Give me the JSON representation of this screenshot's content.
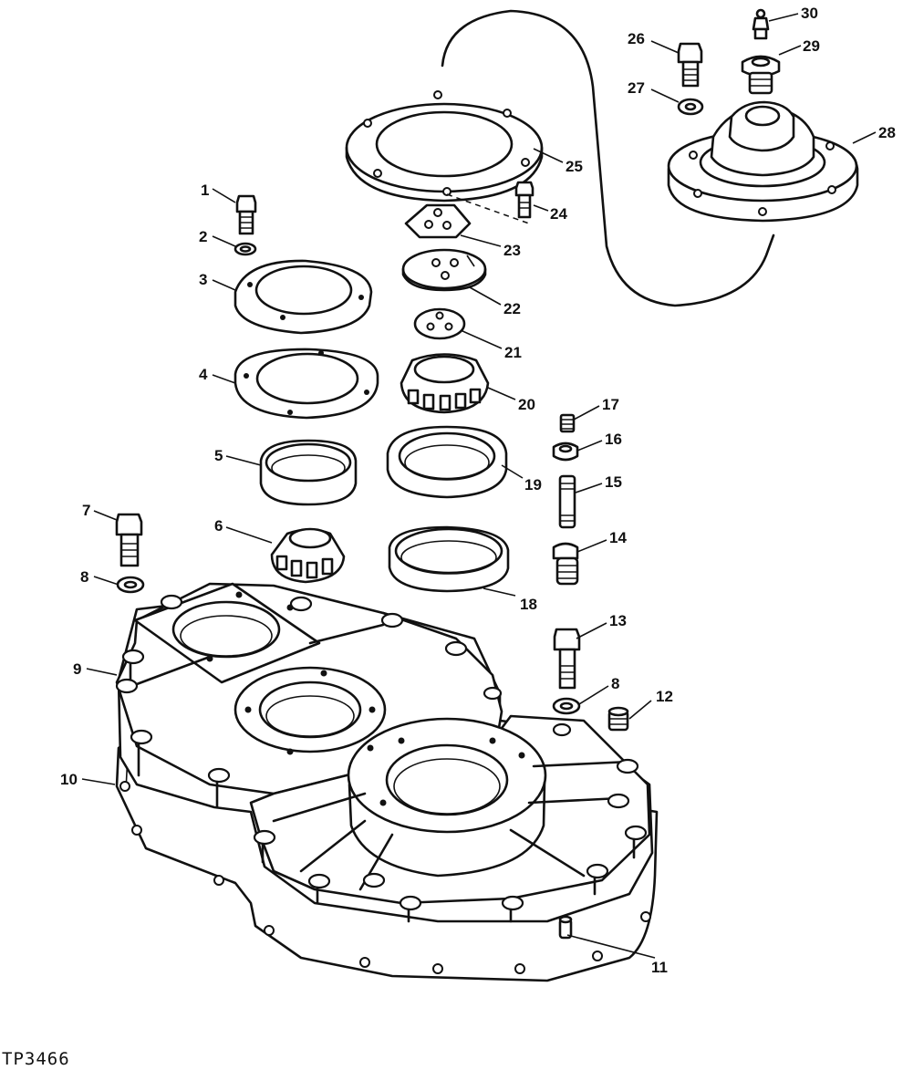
{
  "figure_id": "TP3466",
  "callouts": [
    "1",
    "2",
    "3",
    "4",
    "5",
    "6",
    "7",
    "8",
    "9",
    "10",
    "11",
    "12",
    "13",
    "14",
    "15",
    "16",
    "17",
    "18",
    "19",
    "20",
    "21",
    "22",
    "23",
    "24",
    "25",
    "26",
    "27",
    "28",
    "29",
    "30"
  ],
  "callout_8_repeat": "8"
}
